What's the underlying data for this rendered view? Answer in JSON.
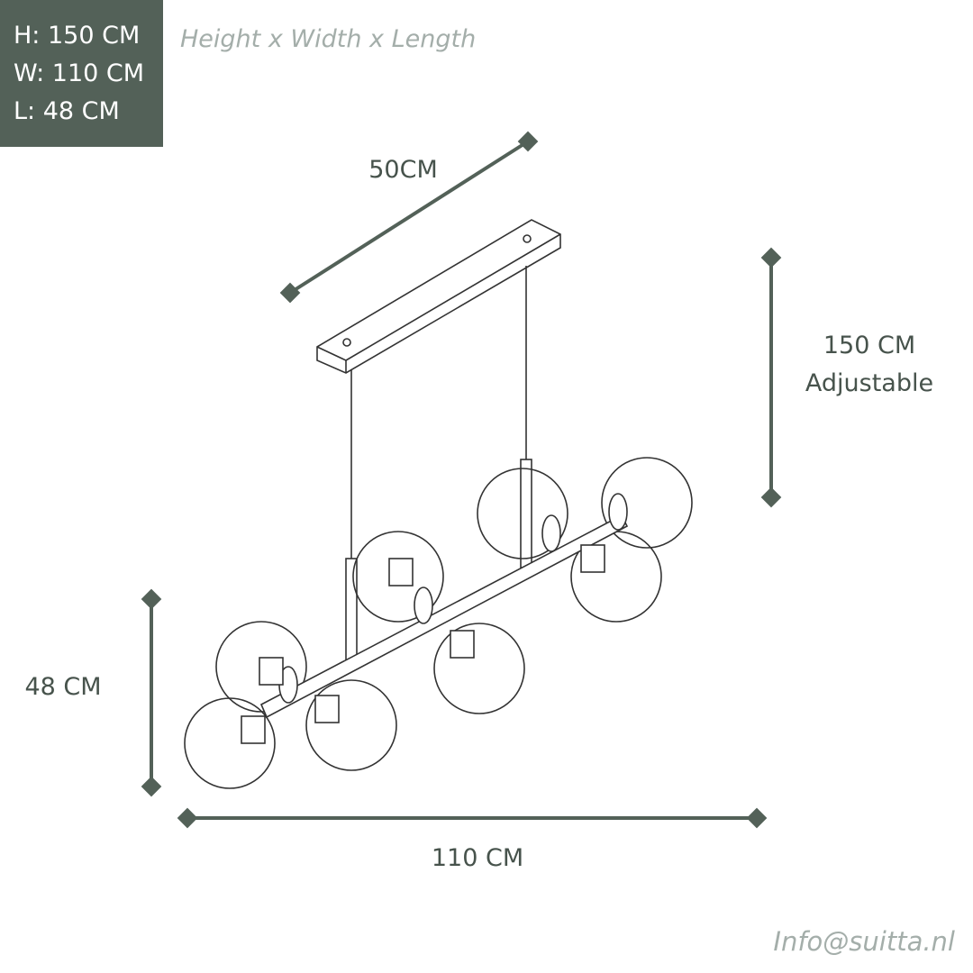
{
  "specs": {
    "height": "H: 150 CM",
    "width": "W: 110 CM",
    "length": "L: 48 CM"
  },
  "subtitle": "Height x Width x Length",
  "dimensions": {
    "canopy": "50CM",
    "drop_value": "150 CM",
    "drop_note": "Adjustable",
    "depth": "48 CM",
    "width": "110 CM"
  },
  "contact": "Info@suitta.nl",
  "colors": {
    "accent": "#536158",
    "muted": "#a4aeaa"
  }
}
